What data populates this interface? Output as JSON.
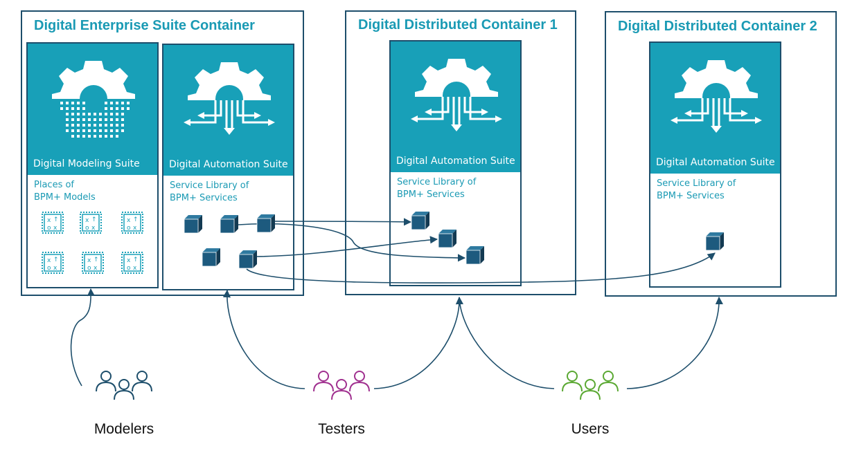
{
  "containers": [
    {
      "title": "Digital Enterprise Suite Container"
    },
    {
      "title": "Digital Distributed Container 1"
    },
    {
      "title": "Digital Distributed Container 2"
    }
  ],
  "suites": [
    {
      "name": "Digital Modeling Suite",
      "label_line1": "Places of",
      "label_line2": "BPM+ Models"
    },
    {
      "name": "Digital Automation Suite",
      "label_line1": "Service Library of",
      "label_line2": "BPM+ Services"
    },
    {
      "name": "Digital Automation Suite",
      "label_line1": "Service Library of",
      "label_line2": "BPM+ Services"
    },
    {
      "name": "Digital Automation Suite",
      "label_line1": "Service Library of",
      "label_line2": "BPM+ Services"
    }
  ],
  "roles": [
    {
      "label": "Modelers",
      "color": "#1d4e6b"
    },
    {
      "label": "Testers",
      "color": "#a0308f"
    },
    {
      "label": "Users",
      "color": "#5aa832"
    }
  ],
  "colors": {
    "border": "#1d4e6b",
    "accent": "#18a0b8",
    "title": "#1a9ab4",
    "cube": "#1d4e6b"
  },
  "icons": {
    "modeling": "gear-dotted-icon",
    "automation": "gear-arrows-icon",
    "model": "process-model-icon",
    "service": "cube-icon",
    "people": "people-group-icon"
  }
}
